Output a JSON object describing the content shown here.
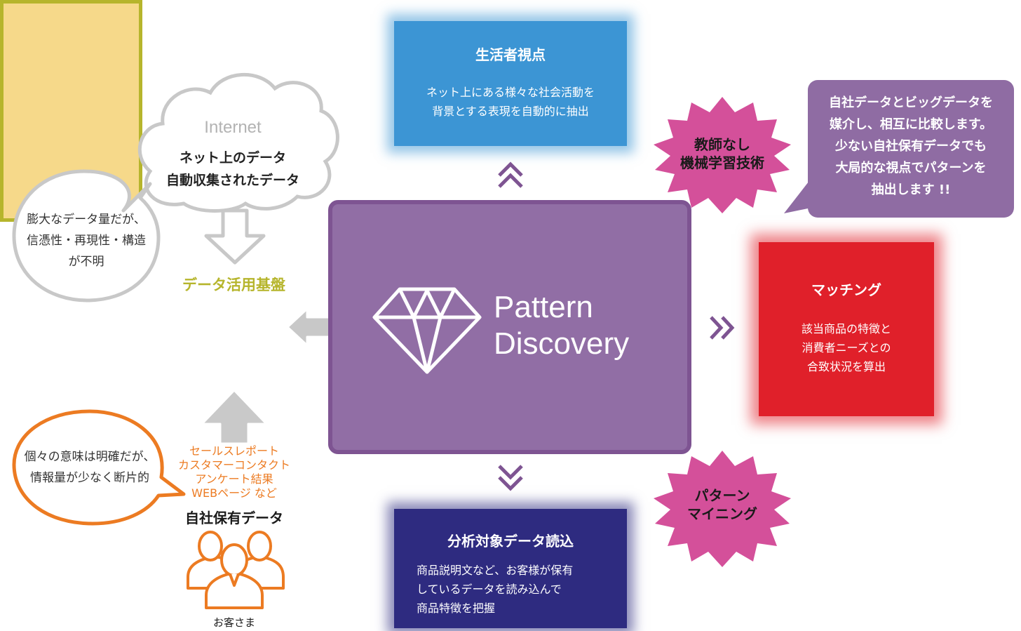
{
  "center": {
    "line1": "Pattern",
    "line2": "Discovery"
  },
  "seikatsusha": {
    "title": "生活者視点",
    "lines": [
      "ネット上にある様々な社会活動を",
      "背景とする表現を自動的に抽出"
    ]
  },
  "bunseki": {
    "title": "分析対象データ読込",
    "lines": [
      "商品説明文など、お客様が保有",
      "しているデータを読み込んで",
      "商品特徴を把握"
    ]
  },
  "matching": {
    "title": "マッチング",
    "lines": [
      "該当商品の特徴と",
      "消費者ニーズとの",
      "合致状況を算出"
    ]
  },
  "starburst_top": {
    "lines": [
      "教師なし",
      "機械学習技術"
    ]
  },
  "starburst_bottom": {
    "lines": [
      "パターン",
      "マイニング"
    ]
  },
  "info_bubble": {
    "lines": [
      "自社データとビッグデータを",
      "媒介し、相互に比較します。",
      "少ない自社保有データでも",
      "大局的な視点でパターンを",
      "抽出します !!"
    ]
  },
  "internet_cloud": {
    "title": "Internet",
    "lines": [
      "ネット上のデータ",
      "自動収集されたデータ"
    ]
  },
  "gray_bubble": {
    "lines": [
      "膨大なデータ量だが、",
      "信憑性・再現性・構造",
      "が不明"
    ]
  },
  "orange_bubble": {
    "lines": [
      "個々の意味は明確だが、",
      "情報量が少なく断片的"
    ]
  },
  "platform": {
    "label": "データ活用基盤"
  },
  "own_data": {
    "items": [
      "セールスレポート",
      "カスタマーコンタクト",
      "アンケート結果",
      "WEBページ など"
    ],
    "title": "自社保有データ"
  },
  "customer": {
    "label": "お客さま"
  },
  "colors": {
    "purple": "#916ea5",
    "blue": "#3c95d4",
    "navy": "#2e2b80",
    "red": "#e0202a",
    "pink": "#d4509a",
    "orange": "#ec7b22",
    "olive": "#b6b52c"
  }
}
